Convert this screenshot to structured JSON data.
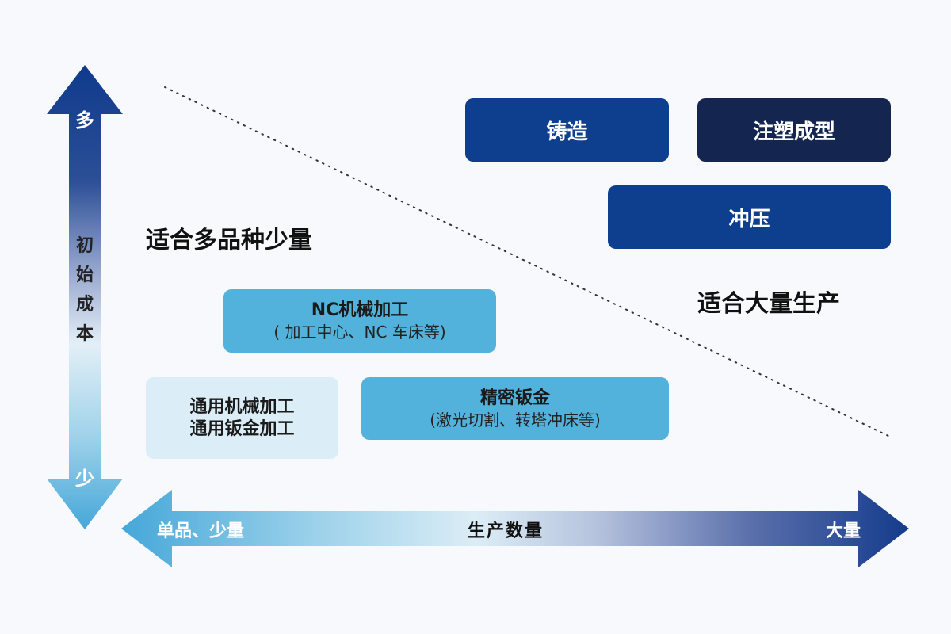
{
  "y_axis": {
    "label_chars": [
      "初",
      "始",
      "成",
      "本"
    ],
    "top": "多",
    "bottom": "少",
    "gradient": [
      "#0f3a8c",
      "#d9ecf6",
      "#4fa9d8"
    ]
  },
  "x_axis": {
    "left": "单品、少量",
    "center": "生产数量",
    "right": "大量",
    "gradient": [
      "#4aaedc",
      "#d6edf6",
      "#1a3c8c"
    ]
  },
  "region_labels": {
    "low_volume": "适合多品种少量",
    "high_volume": "适合大量生产"
  },
  "boxes": {
    "casting": {
      "label": "铸造",
      "color": "#0e3f8f"
    },
    "injection": {
      "label": "注塑成型",
      "color": "#14254f"
    },
    "stamping": {
      "label": "冲压",
      "color": "#0e3f8f"
    },
    "nc_machining": {
      "title": "NC机械加工",
      "subtitle": "( 加工中心、NC 车床等)",
      "color": "#52b2db"
    },
    "general": {
      "line1": "通用机械加工",
      "line2": "通用钣金加工",
      "color": "#dbeef7"
    },
    "sheet_metal": {
      "title": "精密钣金",
      "subtitle": "(激光切割、转塔冲床等)",
      "color": "#52b2db"
    }
  }
}
